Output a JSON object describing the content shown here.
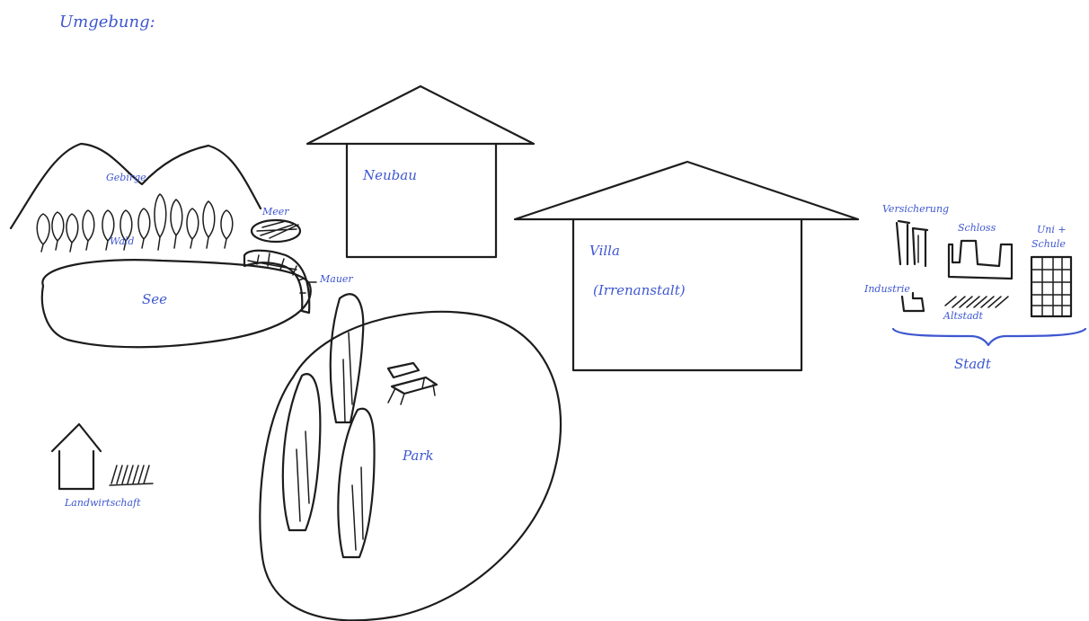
{
  "title": "Umgebung:",
  "colors": {
    "ink": "#1d1d1d",
    "label": "#3e57d0"
  },
  "labels": {
    "gebirge": "Gebirge",
    "wald": "Wald",
    "meer": "Meer",
    "mauer": "Mauer",
    "see": "See",
    "neubau": "Neubau",
    "villa_name": "Villa",
    "villa_note": "(Irrenanstalt)",
    "park": "Park",
    "landwirtschaft": "Landwirtschaft",
    "versicherung": "Versicherung",
    "schloss": "Schloss",
    "uni_line1": "Uni +",
    "uni_line2": "Schule",
    "industrie": "Industrie",
    "altstadt": "Altstadt",
    "stadt": "Stadt"
  }
}
